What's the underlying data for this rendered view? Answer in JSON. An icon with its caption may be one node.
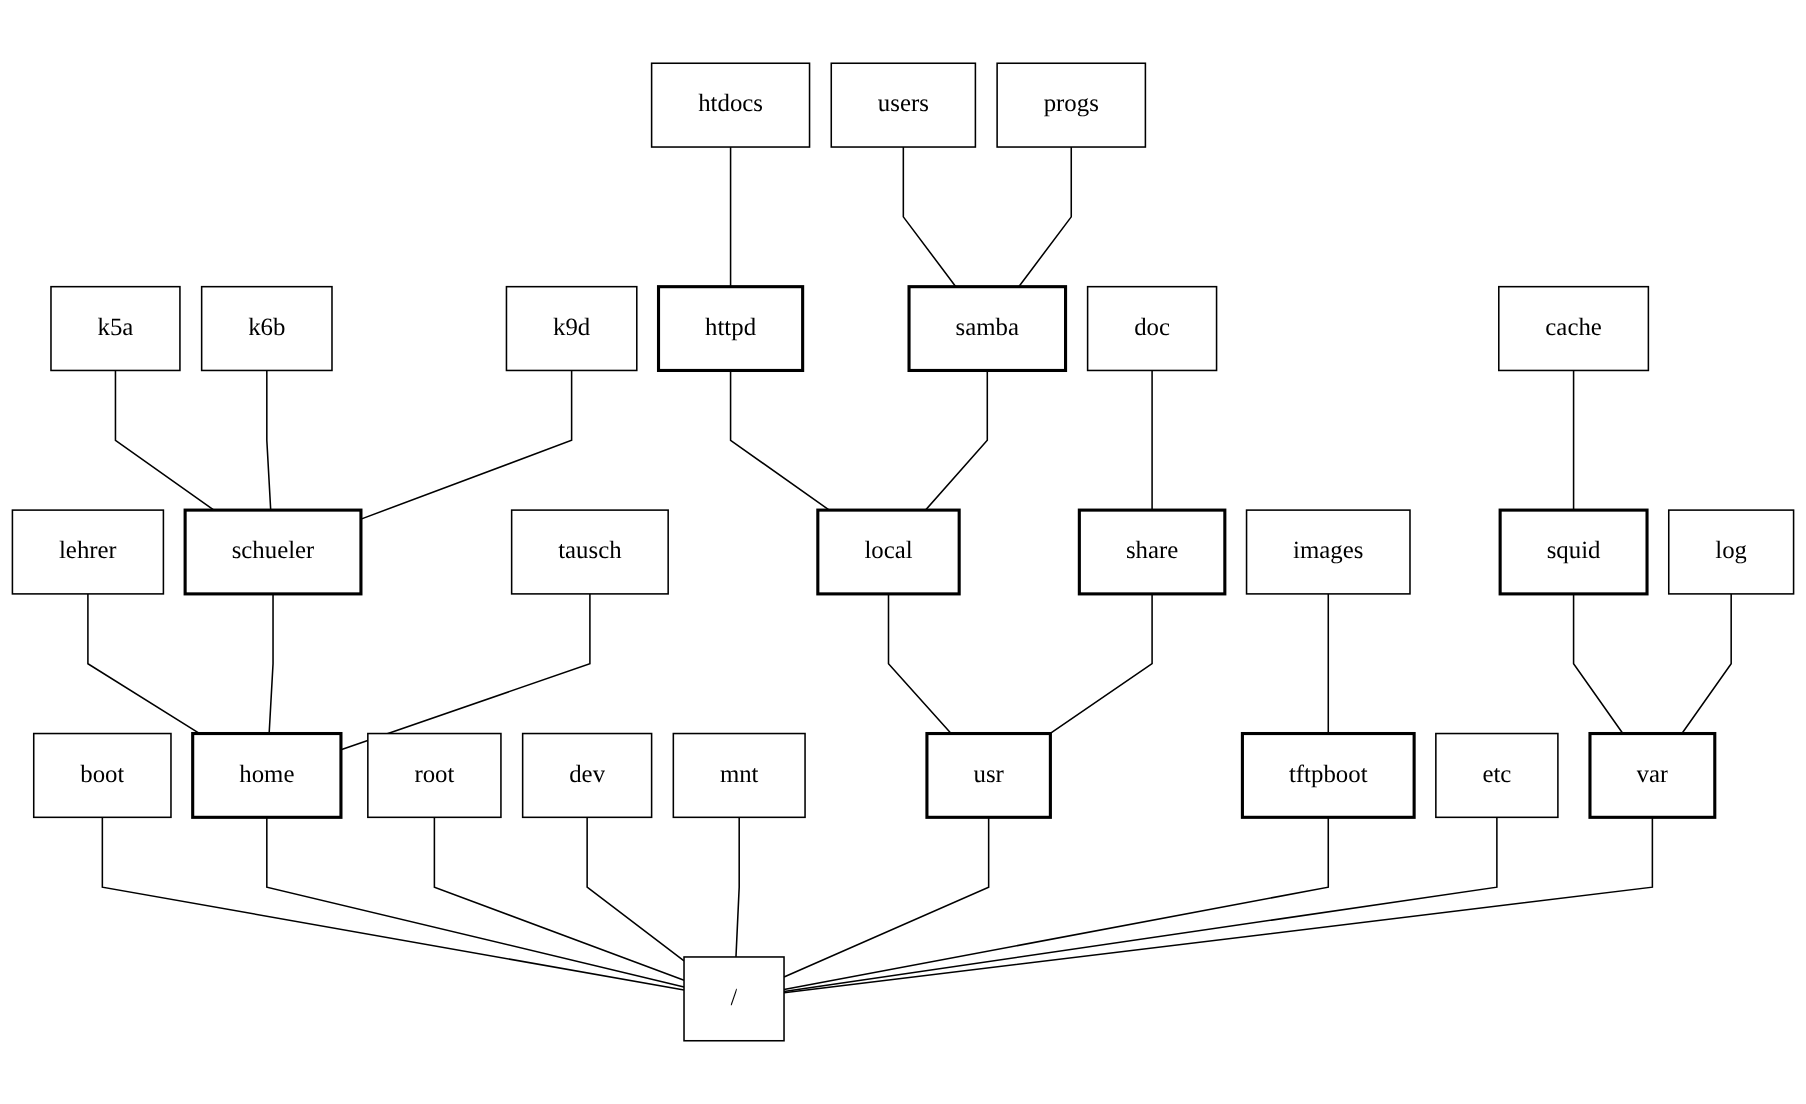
{
  "diagram": {
    "nodes": [
      {
        "text": [
          "htdocs"
        ]
      },
      {
        "text": [
          "users"
        ]
      },
      {
        "text": [
          "progs"
        ]
      },
      {
        "text": [
          "k5a"
        ]
      },
      {
        "text": [
          "k6b"
        ]
      },
      {
        "text": [
          "k9d"
        ]
      },
      {
        "text": [
          "httpd"
        ]
      },
      {
        "text": [
          "samba"
        ]
      },
      {
        "text": [
          "doc"
        ]
      },
      {
        "text": [
          "cache"
        ]
      },
      {
        "text": [
          "lehrer"
        ]
      },
      {
        "text": [
          "schueler"
        ]
      },
      {
        "text": [
          "tausch"
        ]
      },
      {
        "text": [
          "local"
        ]
      },
      {
        "text": [
          "share"
        ]
      },
      {
        "text": [
          "images"
        ]
      },
      {
        "text": [
          "squid"
        ]
      },
      {
        "text": [
          "log"
        ]
      },
      {
        "text": [
          "boot"
        ]
      },
      {
        "text": [
          "home"
        ]
      },
      {
        "text": [
          "root"
        ]
      },
      {
        "text": [
          "dev"
        ]
      },
      {
        "text": [
          "mnt"
        ]
      },
      {
        "text": [
          "usr"
        ]
      },
      {
        "text": [
          "tftpboot"
        ]
      },
      {
        "text": [
          "etc"
        ]
      },
      {
        "text": [
          "var"
        ]
      },
      {
        "text": [
          "/"
        ]
      }
    ],
    "edges": [
      {
        "from": 27,
        "to": 18,
        "arrow": "none"
      },
      {
        "from": 27,
        "to": 19,
        "arrow": "none"
      },
      {
        "from": 27,
        "to": 20,
        "arrow": "none"
      },
      {
        "from": 27,
        "to": 21,
        "arrow": "none"
      },
      {
        "from": 27,
        "to": 22,
        "arrow": "none"
      },
      {
        "from": 27,
        "to": 23,
        "arrow": "none"
      },
      {
        "from": 27,
        "to": 24,
        "arrow": "none"
      },
      {
        "from": 27,
        "to": 25,
        "arrow": "none"
      },
      {
        "from": 27,
        "to": 26,
        "arrow": "none"
      },
      {
        "from": 19,
        "to": 10,
        "arrow": "none"
      },
      {
        "from": 19,
        "to": 11,
        "arrow": "none"
      },
      {
        "from": 19,
        "to": 12,
        "arrow": "none"
      },
      {
        "from": 11,
        "to": 3,
        "arrow": "none"
      },
      {
        "from": 11,
        "to": 4,
        "arrow": "none"
      },
      {
        "from": 11,
        "to": 5,
        "arrow": "none"
      },
      {
        "from": 23,
        "to": 13,
        "arrow": "none"
      },
      {
        "from": 23,
        "to": 14,
        "arrow": "none"
      },
      {
        "from": 13,
        "to": 6,
        "arrow": "none"
      },
      {
        "from": 13,
        "to": 7,
        "arrow": "none"
      },
      {
        "from": 6,
        "to": 0,
        "arrow": "none"
      },
      {
        "from": 7,
        "to": 1,
        "arrow": "none"
      },
      {
        "from": 7,
        "to": 2,
        "arrow": "none"
      },
      {
        "from": 14,
        "to": 8,
        "arrow": "none"
      },
      {
        "from": 24,
        "to": 15,
        "arrow": "none"
      },
      {
        "from": 26,
        "to": 16,
        "arrow": "none"
      },
      {
        "from": 26,
        "to": 17,
        "arrow": "none"
      },
      {
        "from": 16,
        "to": 9,
        "arrow": "none"
      }
    ]
  }
}
